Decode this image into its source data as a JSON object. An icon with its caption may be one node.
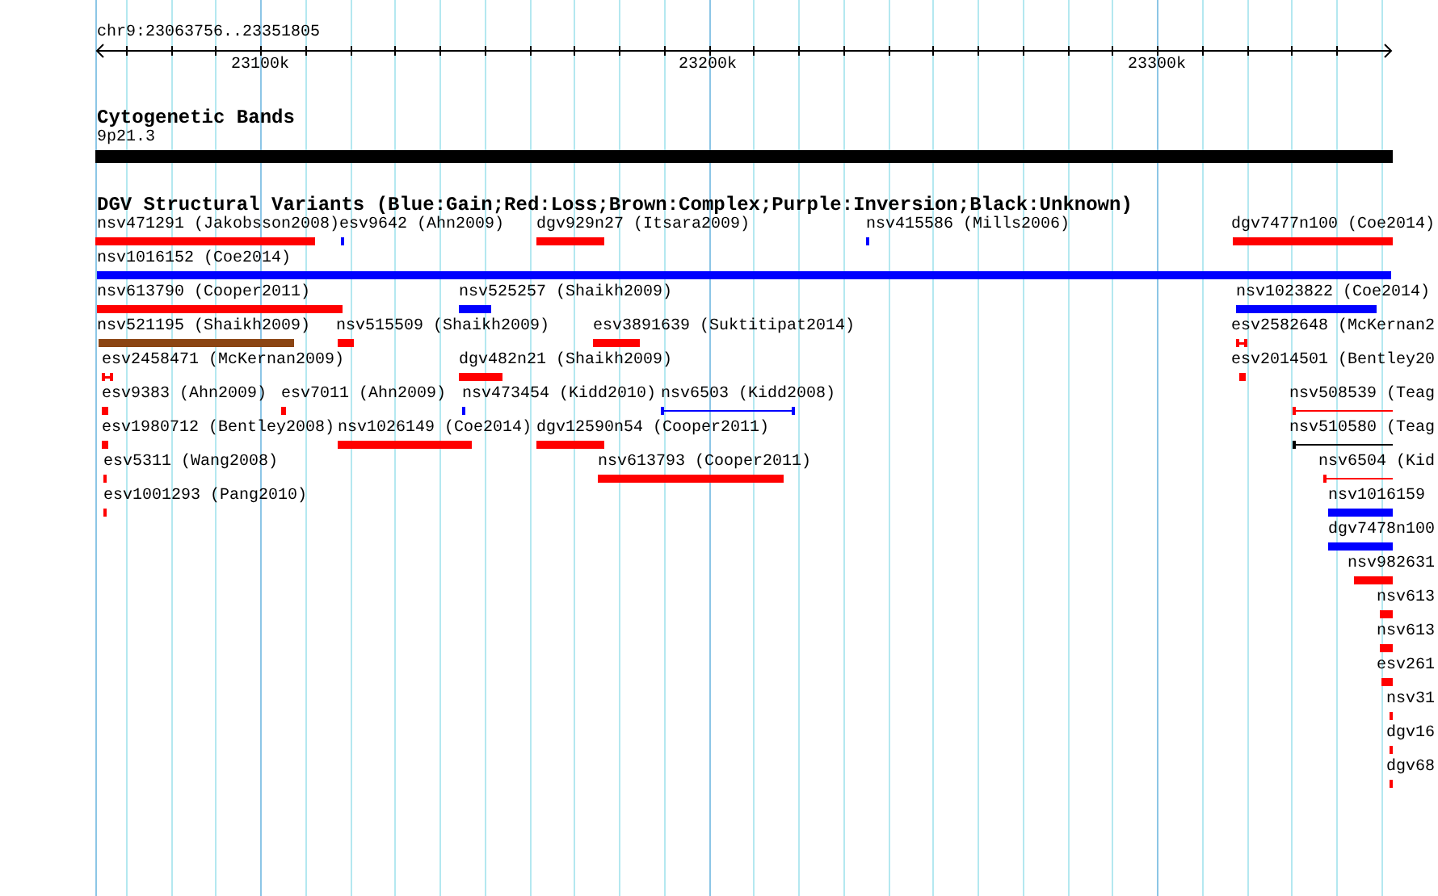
{
  "diagram": {
    "nodes": [
      {
        "text": [
          "9p21.3"
        ]
      },
      {
        "text": [
          "nsv471291 (Jakobsson2008)"
        ]
      },
      {
        "text": [
          "esv9642 (Ahn2009)"
        ]
      },
      {
        "text": [
          "dgv929n27 (Itsara2009)"
        ]
      },
      {
        "text": [
          "nsv415586 (Mills2006)"
        ]
      },
      {
        "text": [
          "dgv7477n100 (Coe2014)"
        ]
      },
      {
        "text": [
          "nsv1016152 (Coe2014)"
        ]
      },
      {
        "text": [
          "nsv613790 (Cooper2011)"
        ]
      },
      {
        "text": [
          "nsv525257 (Shaikh2009)"
        ]
      },
      {
        "text": [
          "nsv1023822 (Coe2014)"
        ]
      },
      {
        "text": [
          "nsv521195 (Shaikh2009)"
        ]
      },
      {
        "text": [
          "nsv515509 (Shaikh2009)"
        ]
      },
      {
        "text": [
          "esv3891639 (Suktitipat2014)"
        ]
      },
      {
        "text": [
          "esv2582648 (McKernan2"
        ]
      },
      {
        "text": [
          "esv2458471 (McKernan2009)"
        ]
      },
      {
        "text": [
          "dgv482n21 (Shaikh2009)"
        ]
      },
      {
        "text": [
          "esv2014501 (Bentley20"
        ]
      },
      {
        "text": [
          "esv9383 (Ahn2009)"
        ]
      },
      {
        "text": [
          "esv7011 (Ahn2009)"
        ]
      },
      {
        "text": [
          "nsv473454 (Kidd2010)"
        ]
      },
      {
        "text": [
          "nsv6503 (Kidd2008)"
        ]
      },
      {
        "text": [
          "nsv508539 (Teag"
        ]
      },
      {
        "text": [
          "esv1980712 (Bentley2008)"
        ]
      },
      {
        "text": [
          "nsv1026149 (Coe2014)"
        ]
      },
      {
        "text": [
          "dgv12590n54 (Cooper2011)"
        ]
      },
      {
        "text": [
          "nsv510580 (Teag"
        ]
      },
      {
        "text": [
          "esv5311 (Wang2008)"
        ]
      },
      {
        "text": [
          "nsv613793 (Cooper2011)"
        ]
      },
      {
        "text": [
          "nsv6504 (Kid"
        ]
      },
      {
        "text": [
          "esv1001293 (Pang2010)"
        ]
      },
      {
        "text": [
          "nsv1016159"
        ]
      },
      {
        "text": [
          "dgv7478n100"
        ]
      },
      {
        "text": [
          "nsv982631"
        ]
      },
      {
        "text": [
          "nsv613"
        ]
      },
      {
        "text": [
          "nsv613"
        ]
      },
      {
        "text": [
          "esv261"
        ]
      },
      {
        "text": [
          "nsv31"
        ]
      },
      {
        "text": [
          "dgv16"
        ]
      },
      {
        "text": [
          "dgv68"
        ]
      }
    ],
    "labels": [
      "chr9:23063756..23351805",
      "23100k",
      "23200k",
      "23300k",
      "Cytogenetic Bands",
      "DGV Structural Variants (Blue:Gain;Red:Loss;Brown:Complex;Purple:Inversion;Black:Unknown)"
    ]
  }
}
